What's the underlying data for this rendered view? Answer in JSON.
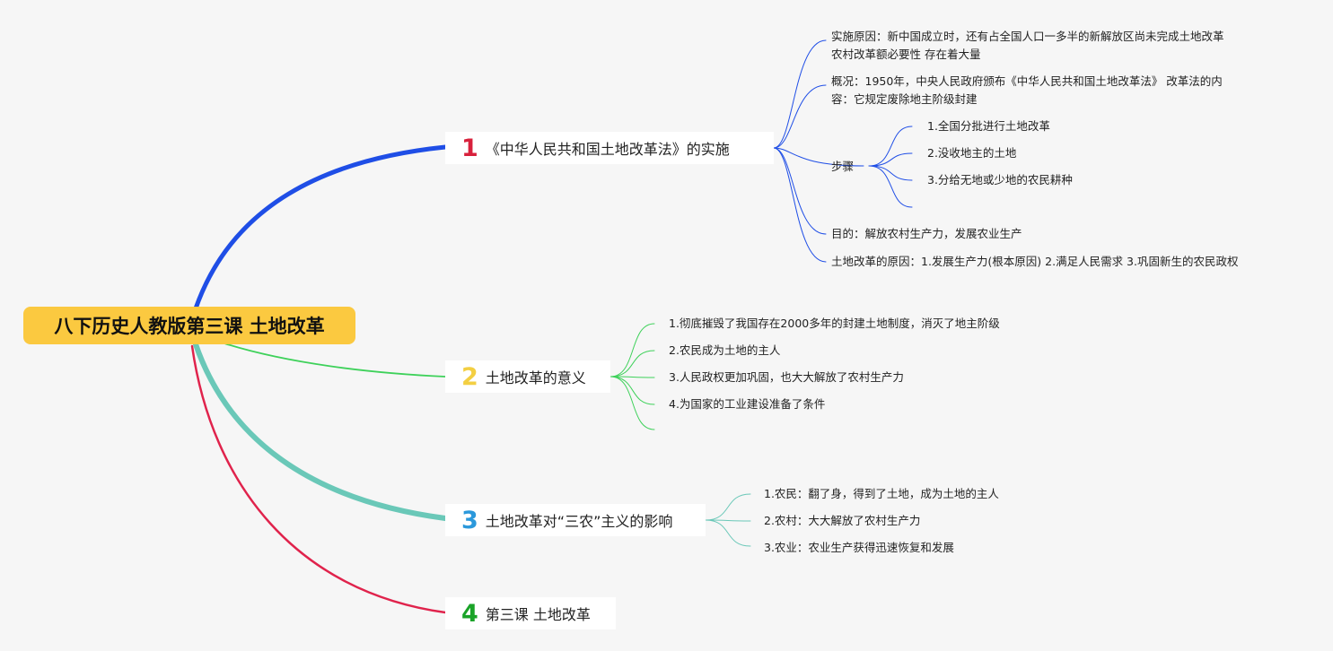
{
  "root": {
    "title": "八下历史人教版第三课 土地改革"
  },
  "colors": {
    "root_fill": "#fbc940",
    "b1_line": "#1f4ee6",
    "b2_line": "#3ed15a",
    "b3_line": "#6ac8b8",
    "b4_line": "#e0234c",
    "b1_num": "#d8213c",
    "b2_num": "#f3cf42",
    "b3_num": "#2b98db",
    "b4_num": "#1aa328"
  },
  "branches": [
    {
      "num": "1",
      "label": "《中华人民共和国土地改革法》的实施",
      "children": [
        {
          "line1": "实施原因：新中国成立时，还有占全国人口一多半的新解放区尚未完成土地改革",
          "line2": "农村改革额必要性 存在着大量"
        },
        {
          "line1": "概况：1950年，中央人民政府颁布《中华人民共和国土地改革法》 改革法的内",
          "line2": "容：它规定废除地主阶级封建"
        },
        {
          "label": "步骤",
          "steps": [
            "1.全国分批进行土地改革",
            "2.没收地主的土地",
            "3.分给无地或少地的农民耕种"
          ]
        },
        {
          "line1": "目的：解放农村生产力，发展农业生产"
        },
        {
          "line1": "土地改革的原因：1.发展生产力(根本原因) 2.满足人民需求 3.巩固新生的农民政权"
        }
      ]
    },
    {
      "num": "2",
      "label": "土地改革的意义",
      "children": [
        "1.彻底摧毁了我国存在2000多年的封建土地制度，消灭了地主阶级",
        "2.农民成为土地的主人",
        "3.人民政权更加巩固，也大大解放了农村生产力",
        "4.为国家的工业建设准备了条件"
      ]
    },
    {
      "num": "3",
      "label": "土地改革对“三农”主义的影响",
      "children": [
        "1.农民：翻了身，得到了土地，成为土地的主人",
        "2.农村：大大解放了农村生产力",
        "3.农业：农业生产获得迅速恢复和发展"
      ]
    },
    {
      "num": "4",
      "label": "第三课 土地改革",
      "children": []
    }
  ]
}
